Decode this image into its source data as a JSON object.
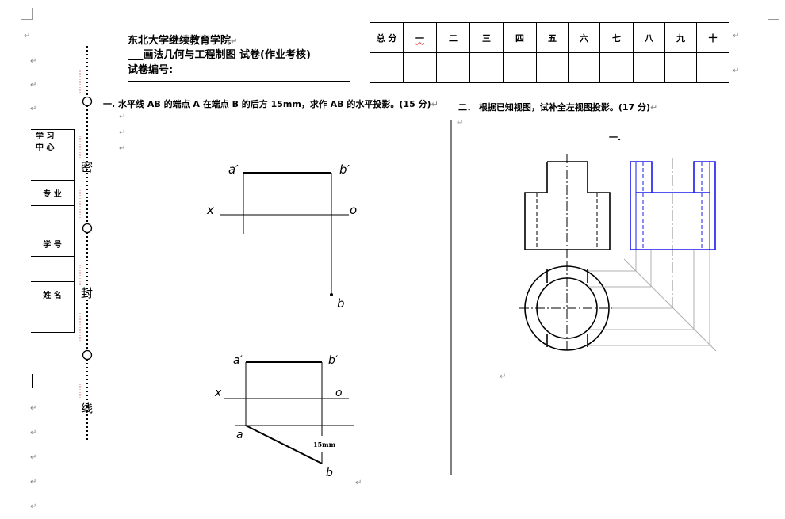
{
  "header": {
    "school": "东北大学继续教育学院",
    "course_prefix": "___",
    "course": "画法几何与工程制图",
    "exam_type": " 试卷(作业考核)",
    "paper_no_label": "试卷编号:"
  },
  "score_table": {
    "headers": [
      "总 分",
      "一",
      "二",
      "三",
      "四",
      "五",
      "六",
      "七",
      "八",
      "九",
      "十"
    ]
  },
  "side_table": {
    "study_center_1": "学  习",
    "study_center_2": "中  心",
    "major": "专  业",
    "student_id": "学  号",
    "name": "姓  名"
  },
  "binding_marks": {
    "seal1": "密",
    "seal2": "封",
    "seal3": "线"
  },
  "question1": {
    "text": "一. 水平线 AB 的端点 A 在端点 B 的后方 15mm，求作 AB 的水平投影。(15 分)",
    "labels": {
      "a_prime": "a′",
      "b_prime": "b′",
      "x": "x",
      "o": "o",
      "a": "a",
      "b": "b",
      "dim": "15mm"
    }
  },
  "question2": {
    "text": "二． 根据已知视图，试补全左视图投影。(17 分)",
    "sub_label": "一."
  },
  "para_mark": "↵",
  "colors": {
    "answer_blue": "#1a1aee",
    "construction_gray": "#b0b0b0"
  }
}
